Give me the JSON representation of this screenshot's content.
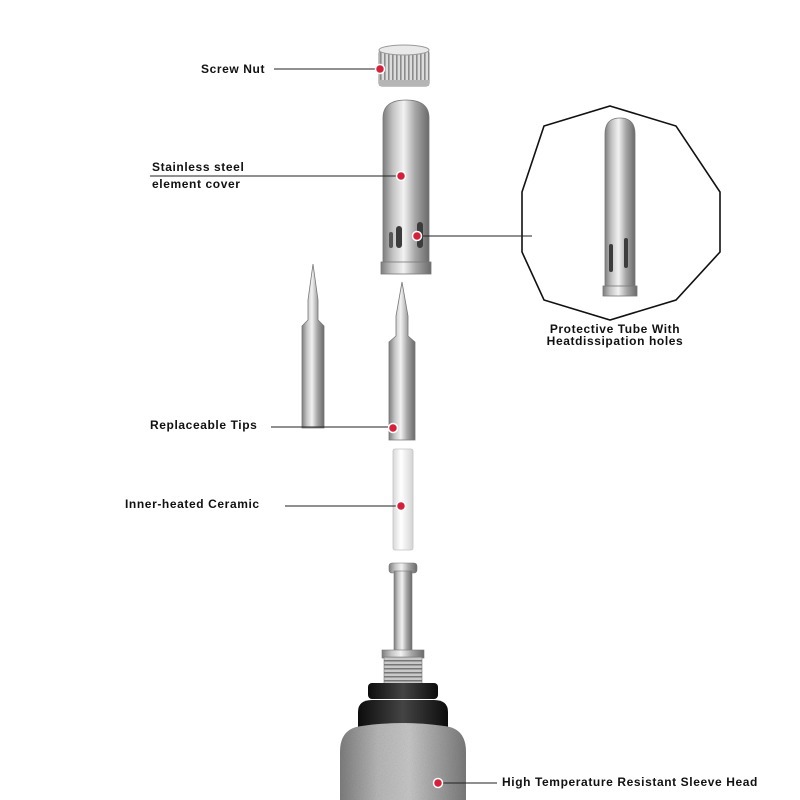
{
  "labels": {
    "screw_nut": "Screw Nut",
    "cover_line1": "Stainless steel",
    "cover_line2": "element cover",
    "protective_line1": "Protective Tube With",
    "protective_line2": "Heatdissipation holes",
    "tips": "Replaceable Tips",
    "ceramic": "Inner-heated Ceramic",
    "sleeve": "High Temperature Resistant Sleeve Head"
  },
  "colors": {
    "callout_dot": "#d6203a",
    "leader_line": "#222222",
    "steel_light": "#e6e6e6",
    "steel_mid": "#a9a9a9",
    "steel_dark": "#6e6e6e",
    "handle_grey": "#a7a7a7",
    "black_ring": "#1a1a1a",
    "ceramic_white": "#fbfbfb"
  },
  "icons": [
    "red-dot-marker",
    "octagon-zoom-frame"
  ]
}
